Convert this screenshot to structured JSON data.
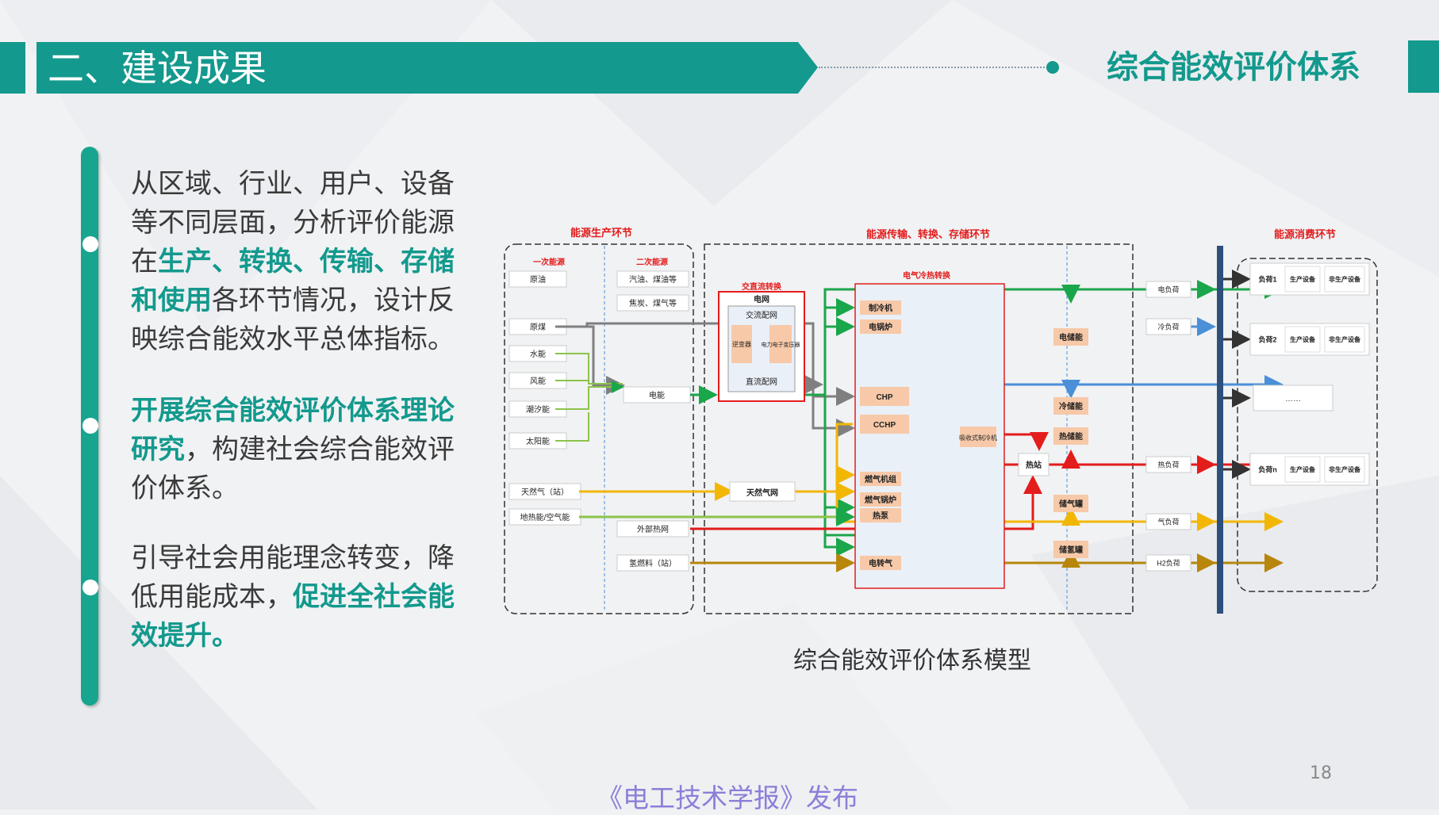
{
  "header": {
    "section_title": "二、建设成果",
    "right_title": "综合能效评价体系"
  },
  "bullets": [
    {
      "parts": [
        {
          "t": "从区域、行业、用户、设备等不同层面，分析评价能源在",
          "h": false
        },
        {
          "t": "生产、转换、传输、存储和使用",
          "h": true
        },
        {
          "t": "各环节情况，设计反映综合能效水平总体指标。",
          "h": false
        }
      ]
    },
    {
      "parts": [
        {
          "t": "开展综合能效评价体系理论研究",
          "h": true
        },
        {
          "t": "，构建社会综合能效评价体系。",
          "h": false
        }
      ]
    },
    {
      "parts": [
        {
          "t": "引导社会用能理念转变，降低用能成本，",
          "h": false
        },
        {
          "t": "促进全社会能效提升。",
          "h": true
        }
      ]
    }
  ],
  "diagram": {
    "sections": {
      "production": "能源生产环节",
      "transmission": "能源传输、转换、存储环节",
      "consumption": "能源消费环节"
    },
    "primary_label": "一次能源",
    "secondary_label": "二次能源",
    "primary_sources": [
      "原油",
      "原煤",
      "水能",
      "风能",
      "潮汐能",
      "太阳能",
      "天然气（站）",
      "地热能/空气能"
    ],
    "secondary_sources": [
      "汽油、煤油等",
      "焦炭、煤气等",
      "电能",
      "外部热网",
      "氢燃料（站）"
    ],
    "ac_dc_title": "交直流转换",
    "grid": "电网",
    "ac_grid": "交流配网",
    "inverter": "逆变器",
    "power_transformer": "电力电子变压器",
    "dc_grid": "直流配网",
    "gas_grid": "天然气网",
    "conversion_title": "电气冷热转换",
    "conv_devices": [
      "制冷机",
      "电锅炉",
      "CHP",
      "CCHP",
      "燃气机组",
      "燃气锅炉",
      "热泵",
      "电转气"
    ],
    "absorption_chiller": "吸收式制冷机",
    "heat_station": "热站",
    "storage": [
      "电储能",
      "冷储能",
      "热储能",
      "储气罐",
      "储氢罐"
    ],
    "loads": [
      "电负荷",
      "冷负荷",
      "热负荷",
      "气负荷",
      "H2负荷"
    ],
    "consumers": [
      {
        "load": "负荷1",
        "prod": "生产设备",
        "nonprod": "非生产设备"
      },
      {
        "load": "负荷2",
        "prod": "生产设备",
        "nonprod": "非生产设备"
      },
      {
        "ellipsis": "……"
      },
      {
        "load": "负荷n",
        "prod": "生产设备",
        "nonprod": "非生产设备"
      }
    ],
    "colors": {
      "electric": "#1aa64a",
      "cold": "#4a8fd8",
      "heat": "#e31c1c",
      "gas": "#f2b705",
      "hydrogen": "#b8860b",
      "coal": "#7f7f7f"
    }
  },
  "caption": "综合能效评价体系模型",
  "page_number": "18",
  "footer": "《电工技术学报》发布"
}
